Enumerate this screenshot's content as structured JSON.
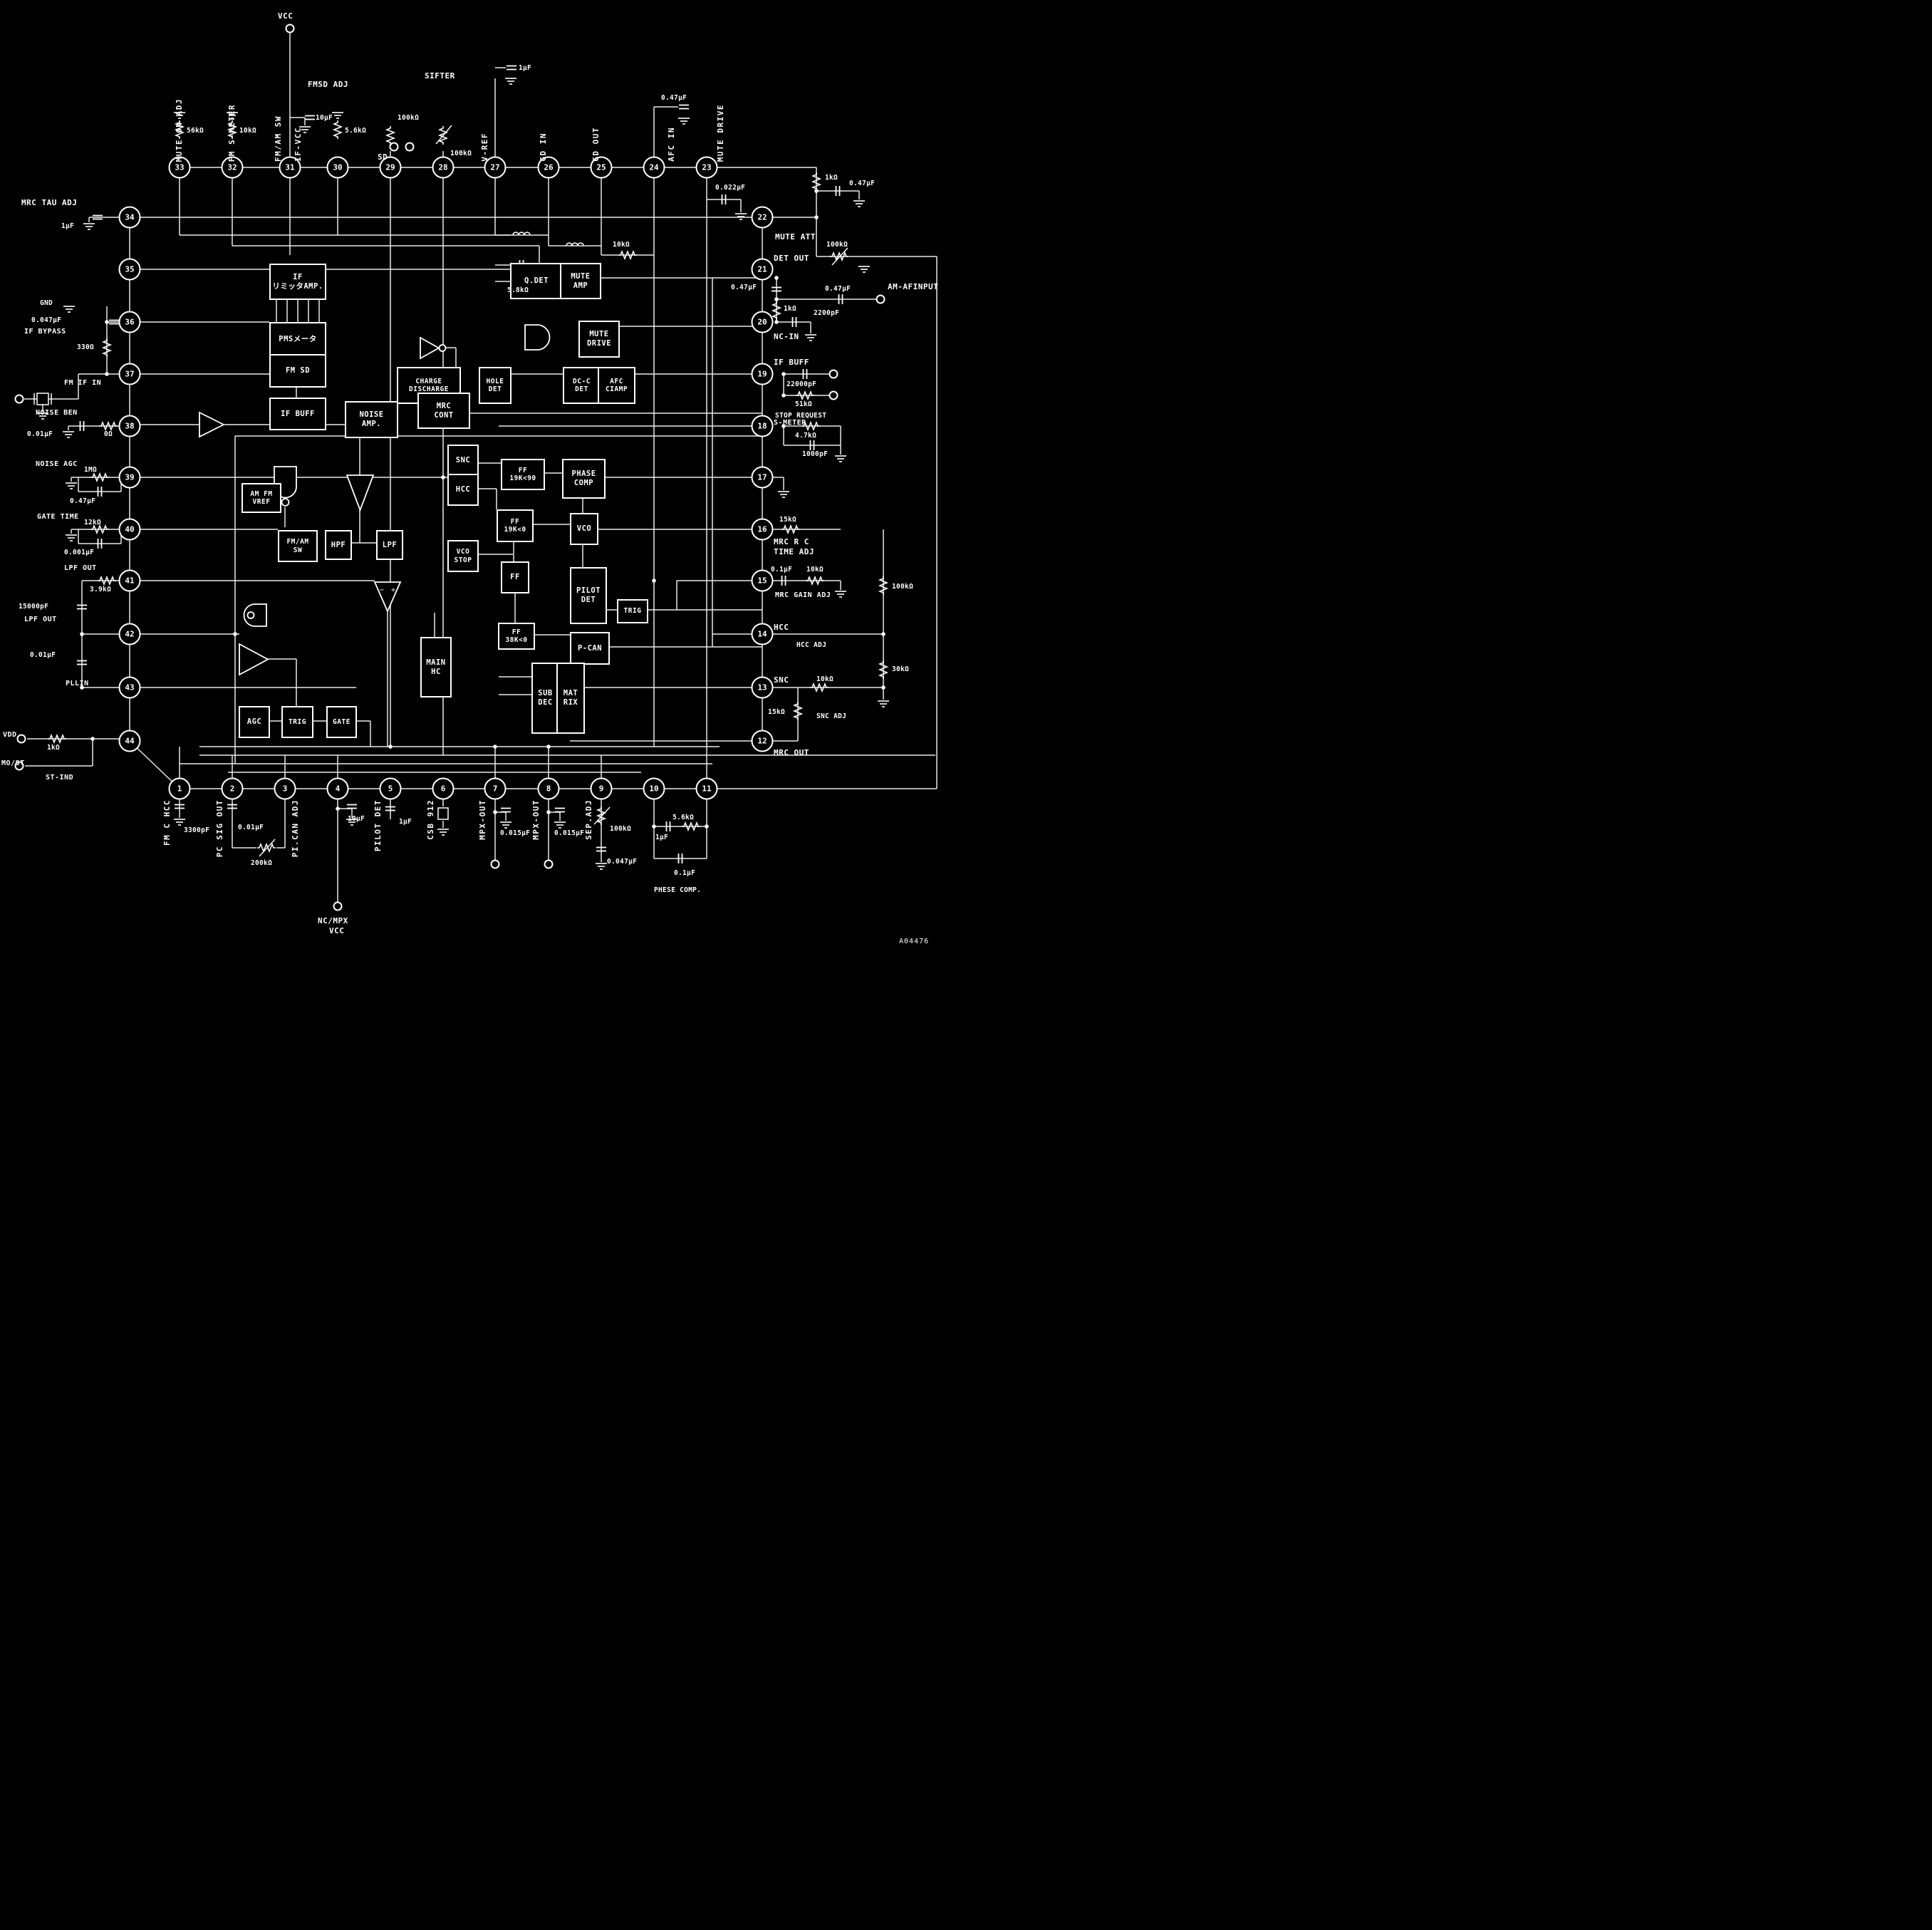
{
  "doc": {
    "number": "A04476"
  },
  "terminals": {
    "vcc": "VCC",
    "sd": "SD",
    "sifter": "SIFTER",
    "fmsd_adj": "FMSD ADJ",
    "am_af_input": "AM-AFINPUT",
    "nc_mpx_line1": "NC/MPX",
    "nc_mpx_line2": "VCC",
    "vdd": "VDD",
    "mo_st": "MO/ST"
  },
  "pins": {
    "p1": {
      "num": "1",
      "label": "FM C HCC",
      "parts": [
        "3300pF"
      ]
    },
    "p2": {
      "num": "2",
      "label": "PC SIG OUT",
      "parts": [
        "0.01µF",
        "200kΩ"
      ]
    },
    "p3": {
      "num": "3",
      "label": "PI.CAN ADJ",
      "parts": []
    },
    "p4": {
      "num": "4",
      "label": "",
      "parts": [
        "10µF"
      ]
    },
    "p5": {
      "num": "5",
      "label": "PILOT DET",
      "parts": [
        "1µF"
      ]
    },
    "p6": {
      "num": "6",
      "label": "CSB 912",
      "parts": []
    },
    "p7": {
      "num": "7",
      "label": "MPX-OUT",
      "parts": [
        "0.015µF"
      ]
    },
    "p8": {
      "num": "8",
      "label": "MPX-OUT",
      "parts": [
        "0.015µF"
      ]
    },
    "p9": {
      "num": "9",
      "label": "SEP.ADJ",
      "parts": [
        "100kΩ",
        "0.047µF"
      ]
    },
    "p10": {
      "num": "10",
      "label": "",
      "parts": [
        "1µF"
      ]
    },
    "p11": {
      "num": "11",
      "label": "",
      "parts": [
        "5.6kΩ",
        "0.1µF",
        "PHESE COMP."
      ]
    },
    "p12": {
      "num": "12",
      "label": "MRC OUT",
      "parts": []
    },
    "p13": {
      "num": "13",
      "label": "SNC",
      "parts": [
        "10kΩ",
        "15kΩ",
        "SNC ADJ"
      ]
    },
    "p14": {
      "num": "14",
      "label": "HCC",
      "parts": [
        "HCC ADJ",
        "30kΩ"
      ]
    },
    "p15": {
      "num": "15",
      "label": "MRC GAIN ADJ",
      "parts": [
        "0.1µF",
        "10kΩ",
        "100kΩ"
      ]
    },
    "p16": {
      "num": "16",
      "label": "MRC R C",
      "label2": "TIME ADJ",
      "parts": [
        "15kΩ"
      ]
    },
    "p17": {
      "num": "17",
      "label": "",
      "parts": []
    },
    "p18": {
      "num": "18",
      "label": "S-METER",
      "parts": [
        "4.7kΩ",
        "1000pF"
      ]
    },
    "p19": {
      "num": "19",
      "label": "IF BUFF",
      "parts": [
        "22000pF",
        "51kΩ",
        "STOP REQUEST"
      ]
    },
    "p20": {
      "num": "20",
      "label": "NC-IN",
      "parts": [
        "2200pF"
      ]
    },
    "p21": {
      "num": "21",
      "label": "DET OUT",
      "parts": [
        "0.47µF",
        "0.47µF",
        "1kΩ"
      ]
    },
    "p22": {
      "num": "22",
      "label": "MUTE ATT",
      "parts": [
        "1kΩ",
        "0.47µF",
        "100kΩ"
      ]
    },
    "p23": {
      "num": "23",
      "label": "MUTE DRIVE",
      "parts": [
        "0.022µF"
      ]
    },
    "p24": {
      "num": "24",
      "label": "AFC IN",
      "parts": [
        "10kΩ",
        "0.47µF"
      ]
    },
    "p25": {
      "num": "25",
      "label": "GD OUT",
      "parts": []
    },
    "p26": {
      "num": "26",
      "label": "GD IN",
      "parts": [
        "5.8kΩ"
      ]
    },
    "p27": {
      "num": "27",
      "label": "V-REF",
      "parts": [
        "1µF"
      ]
    },
    "p28": {
      "num": "28",
      "label": "SIFTER",
      "parts": [
        "100kΩ"
      ]
    },
    "p29": {
      "num": "29",
      "label": "SD",
      "parts": [
        "100kΩ"
      ]
    },
    "p30": {
      "num": "30",
      "label": "FMSD ADJ",
      "parts": [
        "5.6kΩ"
      ]
    },
    "p31": {
      "num": "31",
      "label": "FM/AM SW",
      "label2": "IF-VCC",
      "parts": [
        "10µF"
      ]
    },
    "p32": {
      "num": "32",
      "label": "FM S-METER",
      "parts": [
        "10kΩ"
      ]
    },
    "p33": {
      "num": "33",
      "label": "MUTE ON ADJ",
      "parts": [
        "56kΩ"
      ]
    },
    "p34": {
      "num": "34",
      "label": "MRC TAU ADJ",
      "parts": [
        "1µF"
      ]
    },
    "p35": {
      "num": "35",
      "label": "",
      "parts": []
    },
    "p36": {
      "num": "36",
      "label": "IF BYPASS",
      "parts": [
        "GND",
        "0.047µF",
        "330Ω"
      ]
    },
    "p37": {
      "num": "37",
      "label": "FM IF IN",
      "parts": []
    },
    "p38": {
      "num": "38",
      "label": "NOISE BEN",
      "parts": [
        "0.01µF",
        "0Ω"
      ]
    },
    "p39": {
      "num": "39",
      "label": "NOISE AGC",
      "parts": [
        "1MΩ",
        "0.47µF"
      ]
    },
    "p40": {
      "num": "40",
      "label": "GATE TIME",
      "parts": [
        "12kΩ",
        "0.001µF"
      ]
    },
    "p41": {
      "num": "41",
      "label": "LPF OUT",
      "parts": [
        "3.9kΩ",
        "15000pF"
      ]
    },
    "p42": {
      "num": "42",
      "label": "LPF OUT",
      "parts": [
        "0.01µF"
      ]
    },
    "p43": {
      "num": "43",
      "label": "PLLIN",
      "parts": []
    },
    "p44": {
      "num": "44",
      "label": "ST-IND",
      "parts": [
        "1kΩ"
      ]
    }
  },
  "blocks": {
    "if_amp": [
      "IF",
      "リミッタAMP."
    ],
    "pms": [
      "PMSメータ"
    ],
    "fm_sd": [
      "FM SD"
    ],
    "if_buff": [
      "IF BUFF"
    ],
    "q_det": [
      "Q.DET"
    ],
    "mute_amp": [
      "MUTE",
      "AMP"
    ],
    "mute_drive": [
      "MUTE",
      "DRIVE"
    ],
    "charge": [
      "CHARGE",
      "DISCHARGE"
    ],
    "hole_det": [
      "HOLE",
      "DET"
    ],
    "dcc_det": [
      "DC-C",
      "DET"
    ],
    "afc_ciamp": [
      "AFC",
      "CIAMP"
    ],
    "noise_amp": [
      "NOISE",
      "AMP."
    ],
    "mrc_cont": [
      "MRC",
      "CONT"
    ],
    "am_fm_vref": [
      "AM FM",
      "VREF"
    ],
    "fm_am_sw": [
      "FM/AM",
      "SW"
    ],
    "hpf": [
      "HPF"
    ],
    "lpf": [
      "LPF"
    ],
    "snc": [
      "SNC"
    ],
    "hcc": [
      "HCC"
    ],
    "ff_19k90": [
      "FF",
      "19K<90"
    ],
    "phase_comp": [
      "PHASE",
      "COMP"
    ],
    "ff_19k0": [
      "FF",
      "19K<0"
    ],
    "vco": [
      "VCO"
    ],
    "vco_stop": [
      "VCO",
      "STOP"
    ],
    "ff": [
      "FF"
    ],
    "pilot_det": [
      "PILOT",
      "DET"
    ],
    "trig_r": [
      "TRIG"
    ],
    "ff_38k0": [
      "FF",
      "38K<0"
    ],
    "p_can": [
      "P-CAN"
    ],
    "main_hc": [
      "MAIN",
      "HC"
    ],
    "agc": [
      "AGC"
    ],
    "trig_l": [
      "TRIG"
    ],
    "gate": [
      "GATE"
    ],
    "sub_dec": [
      "SUB",
      "DEC"
    ],
    "mat_rix": [
      "MAT",
      "RIX"
    ]
  },
  "gates": {
    "minus": "−",
    "plus": "+"
  }
}
